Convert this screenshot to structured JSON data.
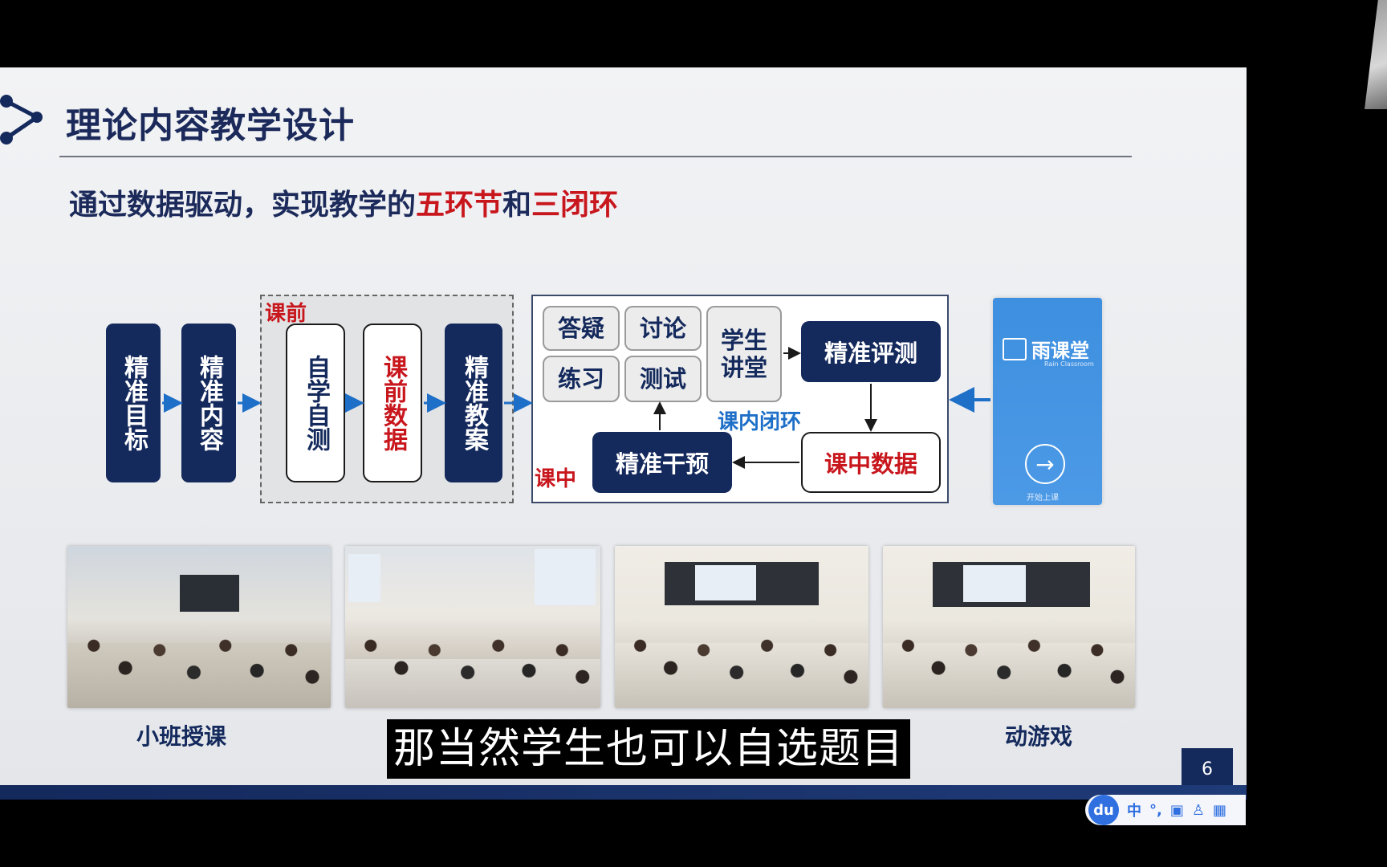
{
  "slide": {
    "title": "理论内容教学设计",
    "subtitle_parts": {
      "a": "通过数据驱动，实现教学的",
      "b": "五环节",
      "c": "和",
      "d": "三闭环"
    },
    "page_number": "6"
  },
  "diagram": {
    "steps": [
      "精准目标",
      "精准内容"
    ],
    "preclass": {
      "label": "课前",
      "items": [
        "自学自测",
        "课前数据",
        "精准教案"
      ]
    },
    "inclass": {
      "label": "课中",
      "loop_label": "课内闭环",
      "activities": [
        "答疑",
        "讨论",
        "练习",
        "测试"
      ],
      "lecture": "学生讲堂",
      "assess": "精准评测",
      "data": "课中数据",
      "intervene": "精准干预"
    },
    "platform": {
      "name": "雨课堂",
      "sub": "Rain Classroom",
      "start": "开始上课"
    }
  },
  "photos": {
    "captions": [
      "小班授课",
      "动游戏"
    ]
  },
  "video_subtitle": "那当然学生也可以自选题目",
  "ime": {
    "logo": "du",
    "mode": "中",
    "icons": [
      "punct-icon",
      "toolbox-icon",
      "user-icon",
      "grid-icon"
    ]
  },
  "colors": {
    "navy": "#14295c",
    "red": "#c8161d",
    "blue": "#1e6fc8"
  }
}
